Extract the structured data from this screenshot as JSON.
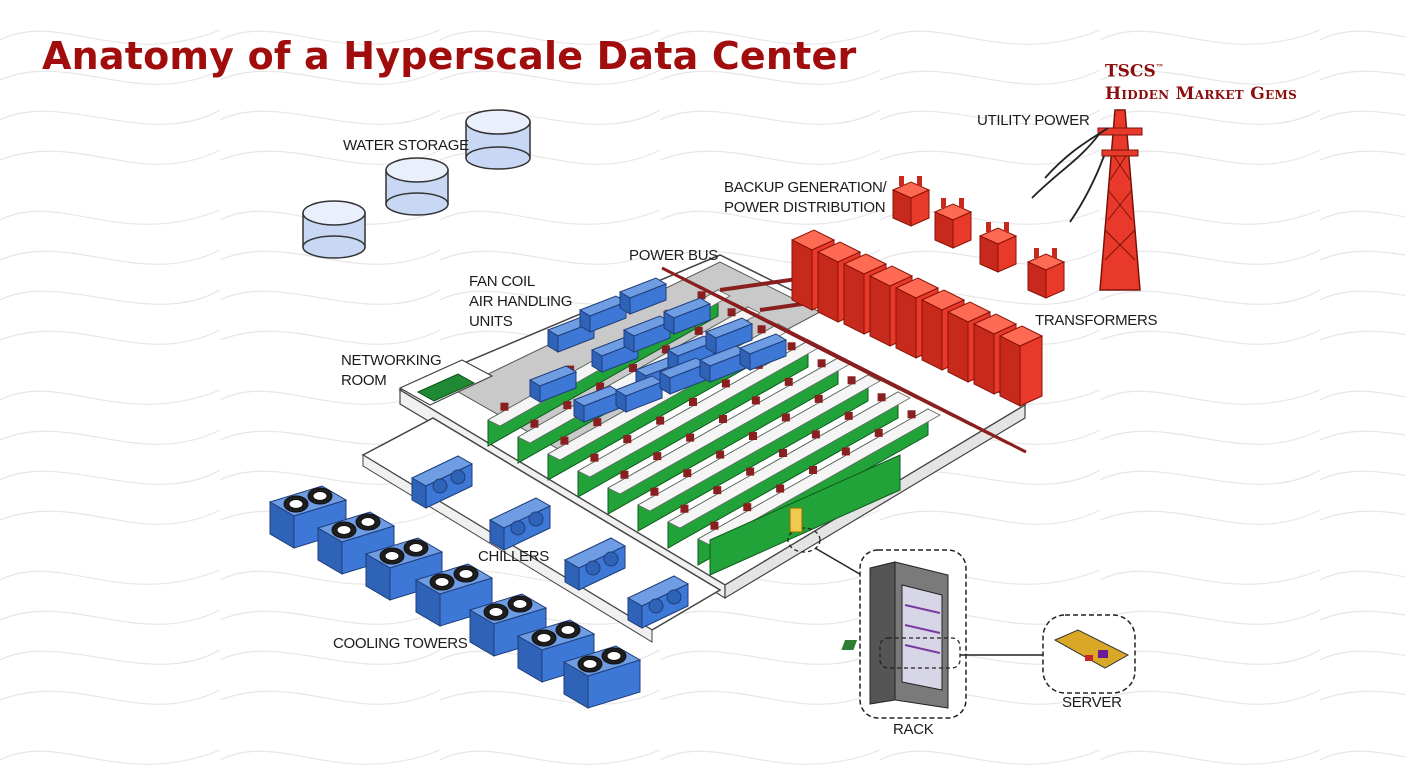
{
  "title": "Anatomy of a Hyperscale Data Center",
  "brand": {
    "line1": "TSCS",
    "trademark": "™",
    "line2": "Hidden Market Gems"
  },
  "labels": {
    "water_storage": "WATER STORAGE",
    "utility_power": "UTILITY POWER",
    "backup_generation": [
      "BACKUP GENERATION/",
      "POWER DISTRIBUTION"
    ],
    "power_bus": "POWER BUS",
    "fan_coil": [
      "FAN COIL",
      "AIR HANDLING",
      "UNITS"
    ],
    "networking_room": [
      "NETWORKING",
      "ROOM"
    ],
    "transformers": "TRANSFORMERS",
    "chillers": "CHILLERS",
    "cooling_towers": "COOLING TOWERS",
    "rack": "RACK",
    "server": "SERVER"
  },
  "colors": {
    "title": "#a10d0d",
    "equipment_red": "#e8392b",
    "equipment_blue": "#3d78d6",
    "rack_green": "#22a33a",
    "power_bus_brown": "#8a1f1f",
    "roof_gray": "#c9c9c9"
  }
}
